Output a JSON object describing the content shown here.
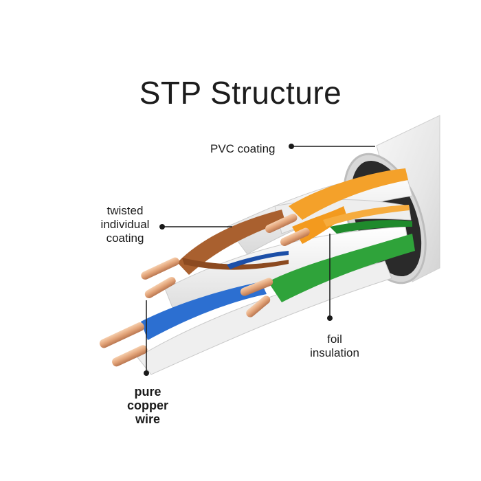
{
  "title": "STP Structure",
  "labels": {
    "pvc_coating": "PVC coating",
    "twisted_line1": "twisted",
    "twisted_line2": "individual",
    "twisted_line3": "coating",
    "foil_line1": "foil",
    "foil_line2": "insulation",
    "copper_line1": "pure",
    "copper_line2": "copper",
    "copper_line3": "wire"
  },
  "colors": {
    "jacket": "#e9e9e9",
    "foil": "#f2f2f2",
    "brown": "#a9602f",
    "orange": "#f4a12a",
    "green": "#2fa33a",
    "blue": "#2c6fd1",
    "copper": "#e6a77d",
    "leader": "#1a1a1a"
  }
}
